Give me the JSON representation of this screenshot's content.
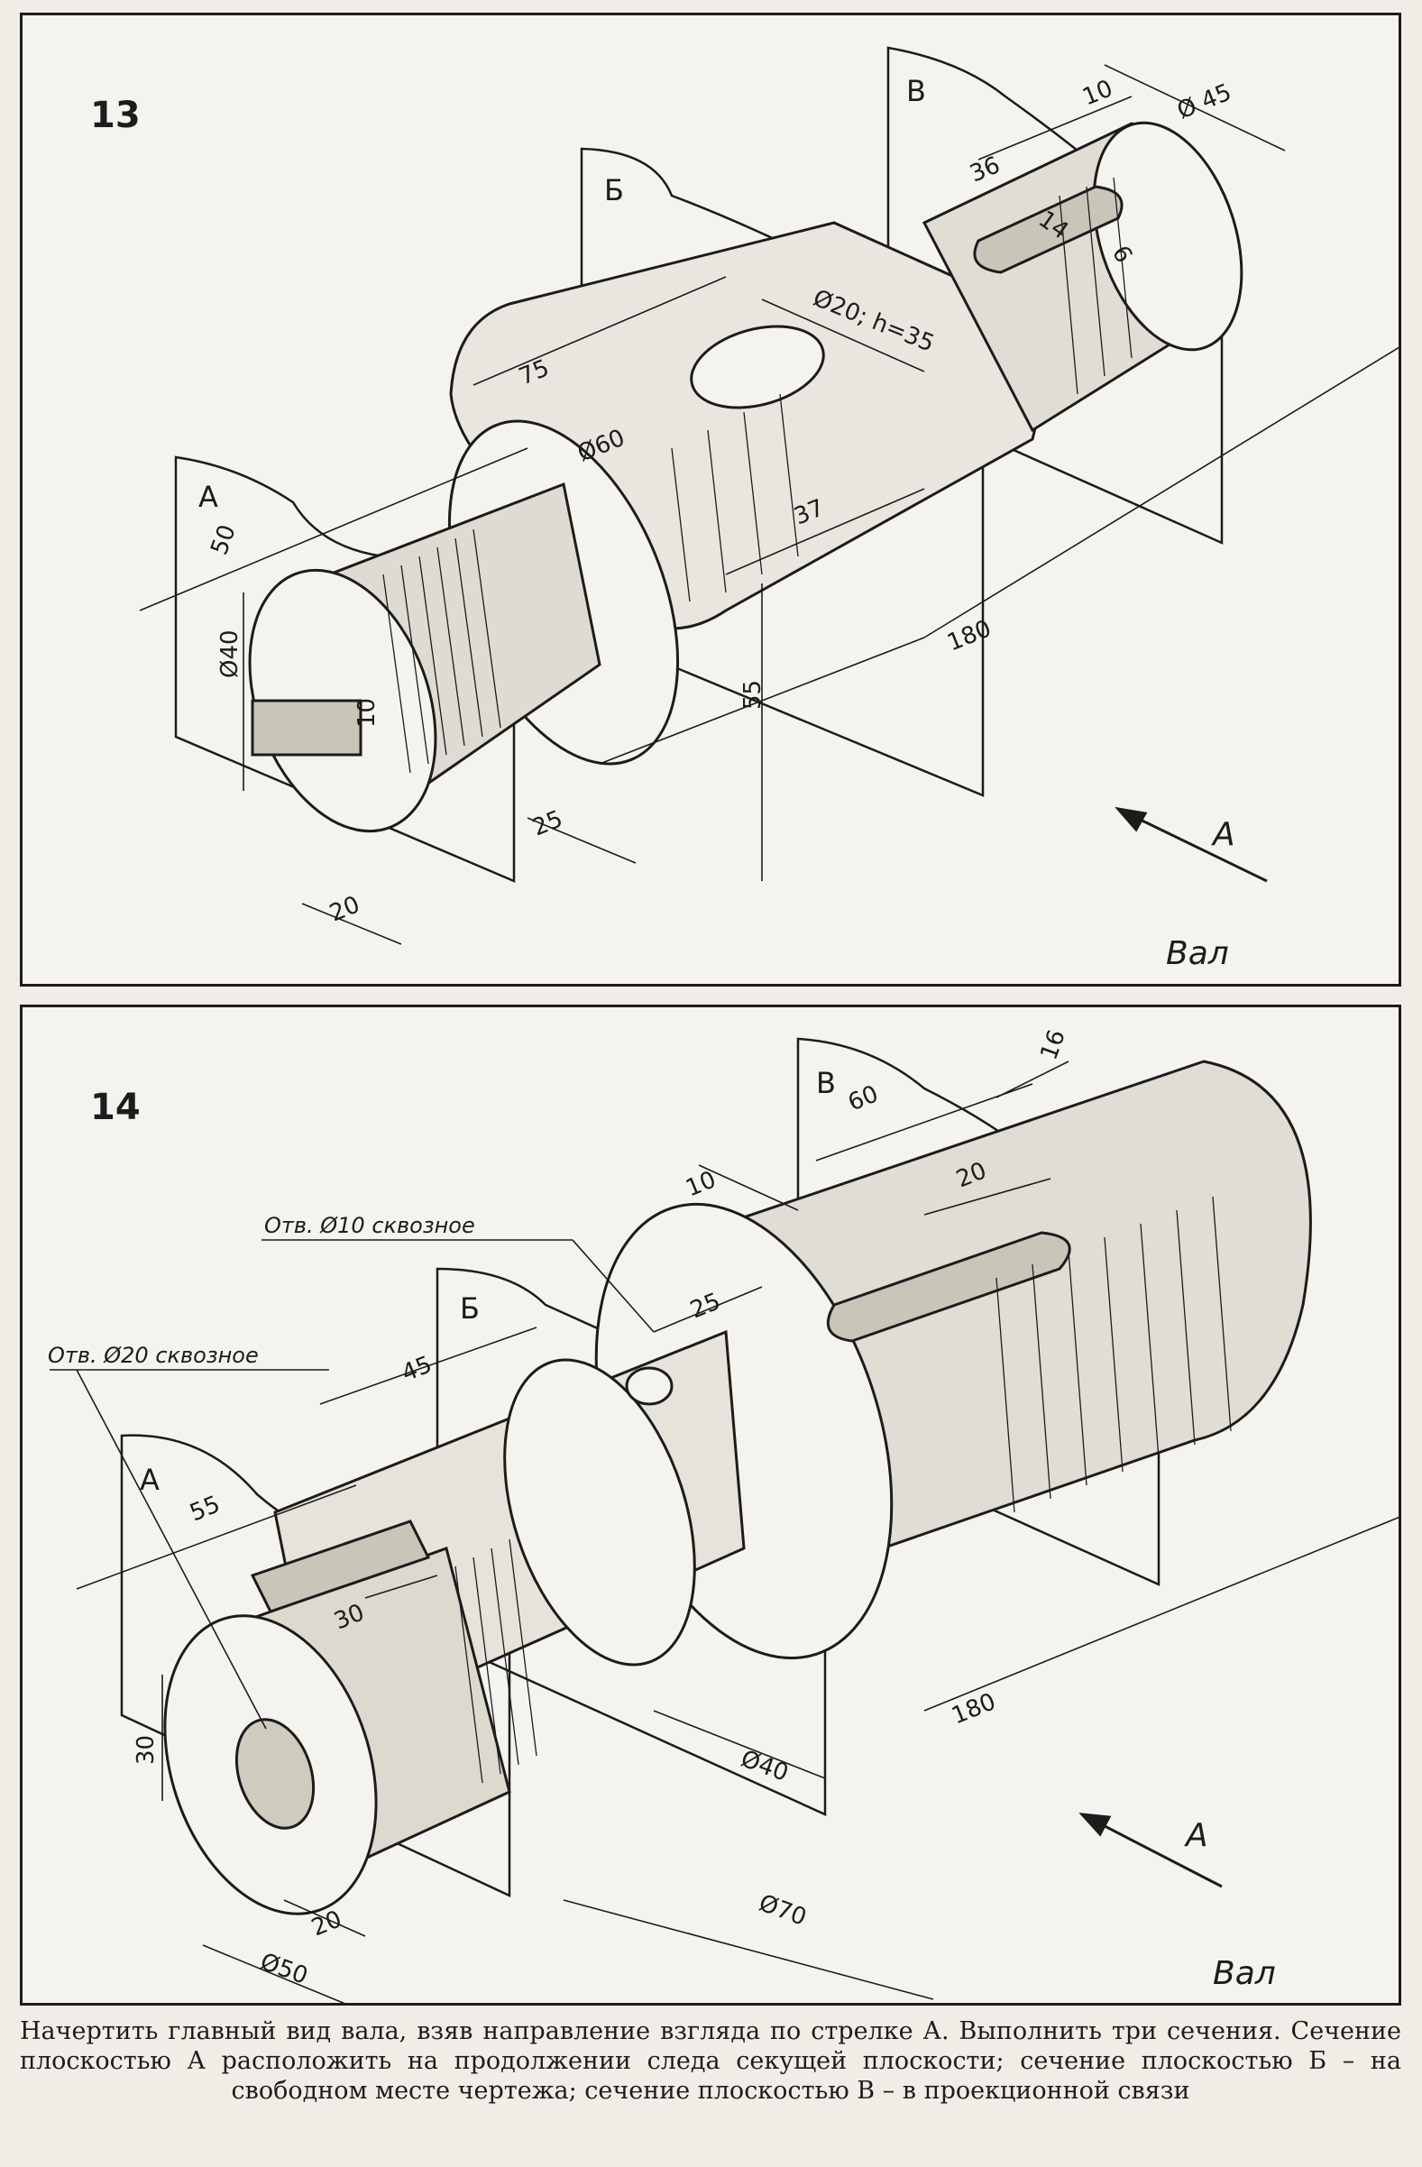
{
  "fig13": {
    "number": "13",
    "plane_a": "А",
    "plane_b": "Б",
    "plane_v": "В",
    "dims": {
      "d45": "Ø 45",
      "d10": "10",
      "d36": "36",
      "d14": "14",
      "d6": "6",
      "hole": "Ø20; h=35",
      "d75": "75",
      "d60": "Ø60",
      "d50": "50",
      "d40": "Ø40",
      "d37": "37",
      "d180": "180",
      "d55": "55",
      "d10b": "10",
      "d25": "25",
      "d20": "20"
    },
    "view_label": "A",
    "title": "Вал"
  },
  "fig14": {
    "number": "14",
    "plane_a": "А",
    "plane_b": "Б",
    "plane_v": "В",
    "note_hole10": "Отв. Ø10 сквозное",
    "note_hole20": "Отв. Ø20 сквозное",
    "dims": {
      "d60": "60",
      "d16": "16",
      "d20": "20",
      "d10": "10",
      "d25": "25",
      "d45": "45",
      "d55": "55",
      "d30": "30",
      "d30v": "30",
      "d180": "180",
      "d40": "Ø40",
      "d70": "Ø70",
      "d20b": "20",
      "d50": "Ø50"
    },
    "view_label": "A",
    "title": "Вал"
  },
  "instructions": "Начертить главный вид вала, взяв направление взгляда по стрелке А. Выполнить три сечения. Сечение плоскостью А расположить на продолжении следа секущей плоскости; сечение плоскостью Б – на свободном месте чертежа; сечение плоскостью В – в проекционной связи"
}
